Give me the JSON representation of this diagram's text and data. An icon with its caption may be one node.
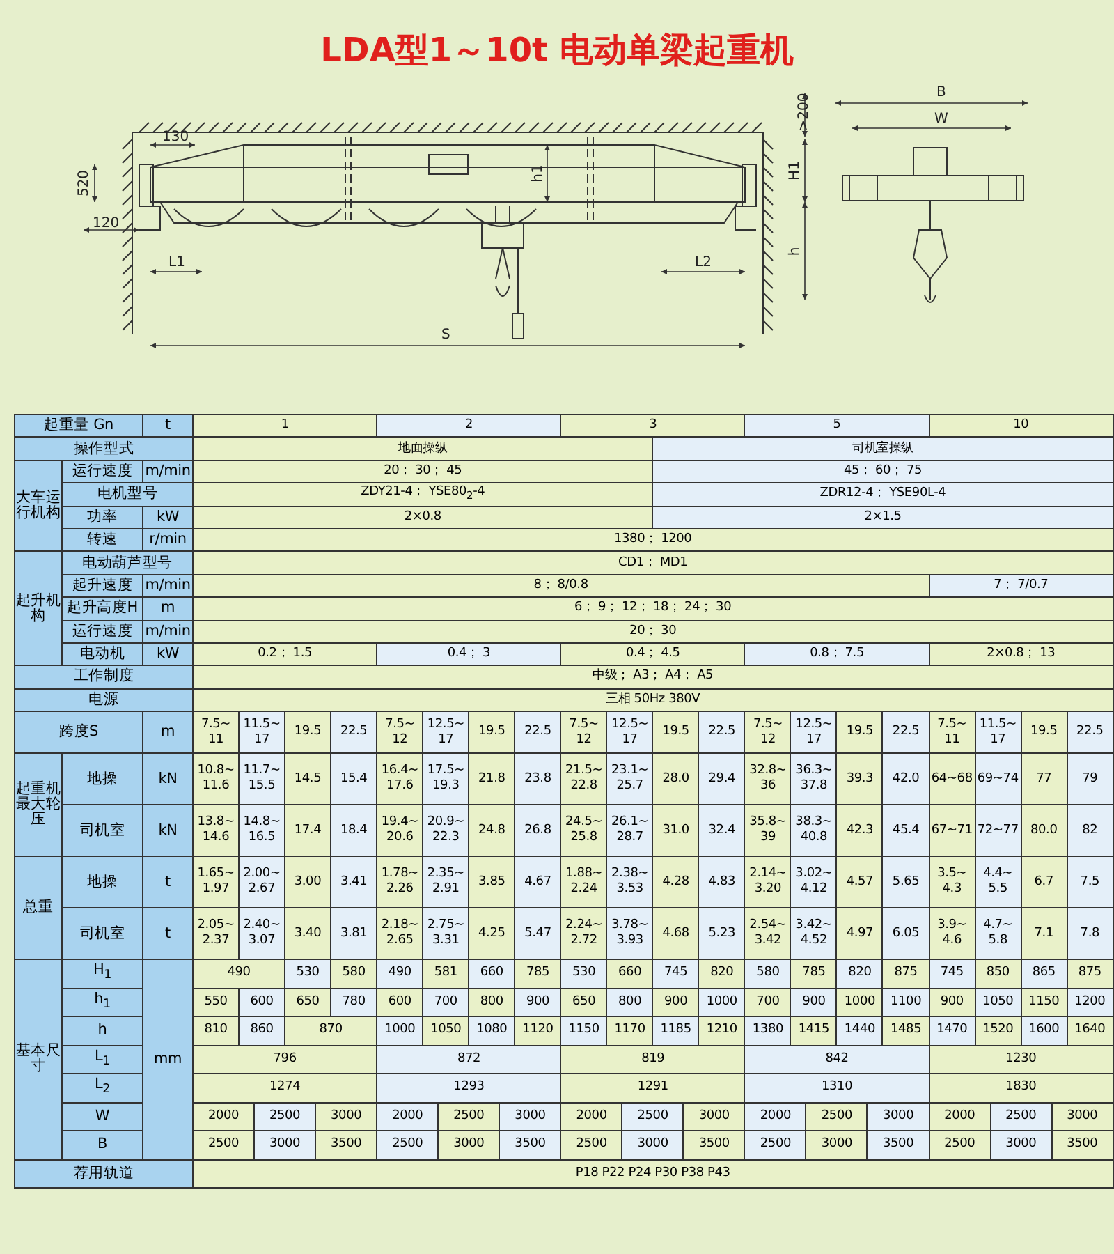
{
  "diagram": {
    "title": "LDA型1～10t 电动单梁起重机",
    "labels": [
      ">200",
      "B",
      "130",
      "W",
      "520",
      "h1",
      "H1",
      "120",
      "L1",
      "L2",
      "h",
      "S",
      "起重量 Gn",
      "t",
      "1",
      "2",
      "3",
      "5",
      "10",
      "操作型式",
      "地面操纵",
      "司机室操纵",
      "大车运行机构",
      "运行速度",
      "m/min",
      "20； 30； 45",
      "45； 60； 75",
      "电机型号",
      "ZDY21-4； YSE80$_{2}$-4",
      "ZDR12-4； YSE90L-4",
      "功率",
      "kW",
      "2×0.8",
      "2×1.5",
      "转速",
      "r/min",
      "1380； 1200",
      "起升机构",
      "电动葫芦型号",
      "CD1； MD1",
      "起升速度",
      "m/min",
      "8； 8/0.8",
      "7； 7/0.7",
      "起升高度H",
      "m",
      "6； 9； 12； 18； 24； 30",
      "运行速度",
      "m/min",
      "20； 30",
      "电动机",
      "kW",
      "0.2； 1.5",
      "0.4； 3",
      "0.4； 4.5",
      "0.8； 7.5",
      "2×0.8； 13",
      "工作制度",
      "中级； A3； A4； A5",
      "电源",
      "三相 50Hz 380V",
      "跨度S",
      "m",
      "7.5~11",
      "11.5~17",
      "19.5",
      "22.5",
      "7.5~12",
      "12.5~17",
      "19.5",
      "22.5",
      "7.5~12",
      "12.5~17",
      "19.5",
      "22.5",
      "7.5~12",
      "12.5~17",
      "19.5",
      "22.5",
      "7.5~11",
      "11.5~17",
      "19.5",
      "22.5",
      "起重机最大轮压",
      "地操",
      "kN",
      "10.8~11.6",
      "11.7~15.5",
      "14.5",
      "15.4",
      "16.4~17.6",
      "17.5~19.3",
      "21.8",
      "23.8",
      "21.5~22.8",
      "23.1~25.7",
      "28.0",
      "29.4",
      "32.8~36",
      "36.3~37.8",
      "39.3",
      "42.0",
      "64~68",
      "69~74",
      "77",
      "79",
      "司机室",
      "kN",
      "13.8~14.6",
      "14.8~16.5",
      "17.4",
      "18.4",
      "19.4~20.6",
      "20.9~22.3",
      "24.8",
      "26.8",
      "24.5~25.8",
      "26.1~28.7",
      "31.0",
      "32.4",
      "35.8~39",
      "38.3~40.8",
      "42.3",
      "45.4",
      "67~71",
      "72~77",
      "80.0",
      "82",
      "总重",
      "地操",
      "t",
      "1.65~1.97",
      "2.00~2.67",
      "3.00",
      "3.41",
      "1.78~2.26",
      "2.35~2.91",
      "3.85",
      "4.67",
      "1.88~2.24",
      "2.38~3.53",
      "4.28",
      "4.83",
      "2.14~3.20",
      "3.02~4.12",
      "4.57",
      "5.65",
      "3.5~4.3",
      "4.4~5.5",
      "6.7",
      "7.5",
      "司机室",
      "t",
      "2.05~2.37",
      "2.40~3.07",
      "3.40",
      "3.81",
      "2.18~2.65",
      "2.75~3.31",
      "4.25",
      "5.47",
      "2.24~2.72",
      "3.78~3.93",
      "4.68",
      "5.23",
      "2.54~3.42",
      "3.42~4.52",
      "4.97",
      "6.05",
      "3.9~4.6",
      "4.7~5.8",
      "7.1",
      "7.8",
      "基本尺寸",
      "H$_{1}$",
      "mm",
      "490",
      "530",
      "580",
      "490",
      "581",
      "660",
      "785",
      "530",
      "660",
      "745",
      "820",
      "580",
      "785",
      "820",
      "875",
      "745",
      "850",
      "865",
      "875",
      "h$_{1}$",
      "550",
      "600",
      "650",
      "780",
      "600",
      "700",
      "800",
      "900",
      "650",
      "800",
      "900",
      "1000",
      "700",
      "900",
      "1000",
      "1100",
      "900",
      "1050",
      "1150",
      "1200",
      "h",
      "810",
      "860",
      "870",
      "1000",
      "1050",
      "1080",
      "1120",
      "1150",
      "1170",
      "1185",
      "1210",
      "1380",
      "1415",
      "1440",
      "1485",
      "1470",
      "1520",
      "1600",
      "1640",
      "L$_{1}$",
      "796",
      "872",
      "819",
      "842",
      "1230",
      "L$_{2}$",
      "1274",
      "1293",
      "1291",
      "1310",
      "1830",
      "W",
      "2000",
      "2500",
      "3000",
      "2000",
      "2500",
      "3000",
      "2000",
      "2500",
      "3000",
      "2000",
      "2500",
      "3000",
      "2000",
      "2500",
      "3000",
      "B",
      "2500",
      "3000",
      "3500",
      "2500",
      "3000",
      "3500",
      "2500",
      "3000",
      "3500",
      "2500",
      "3000",
      "3500",
      "2500",
      "3000",
      "3500",
      "荐用轨道",
      "P18 P22 P24 P30 P38 P43"
    ]
  }
}
